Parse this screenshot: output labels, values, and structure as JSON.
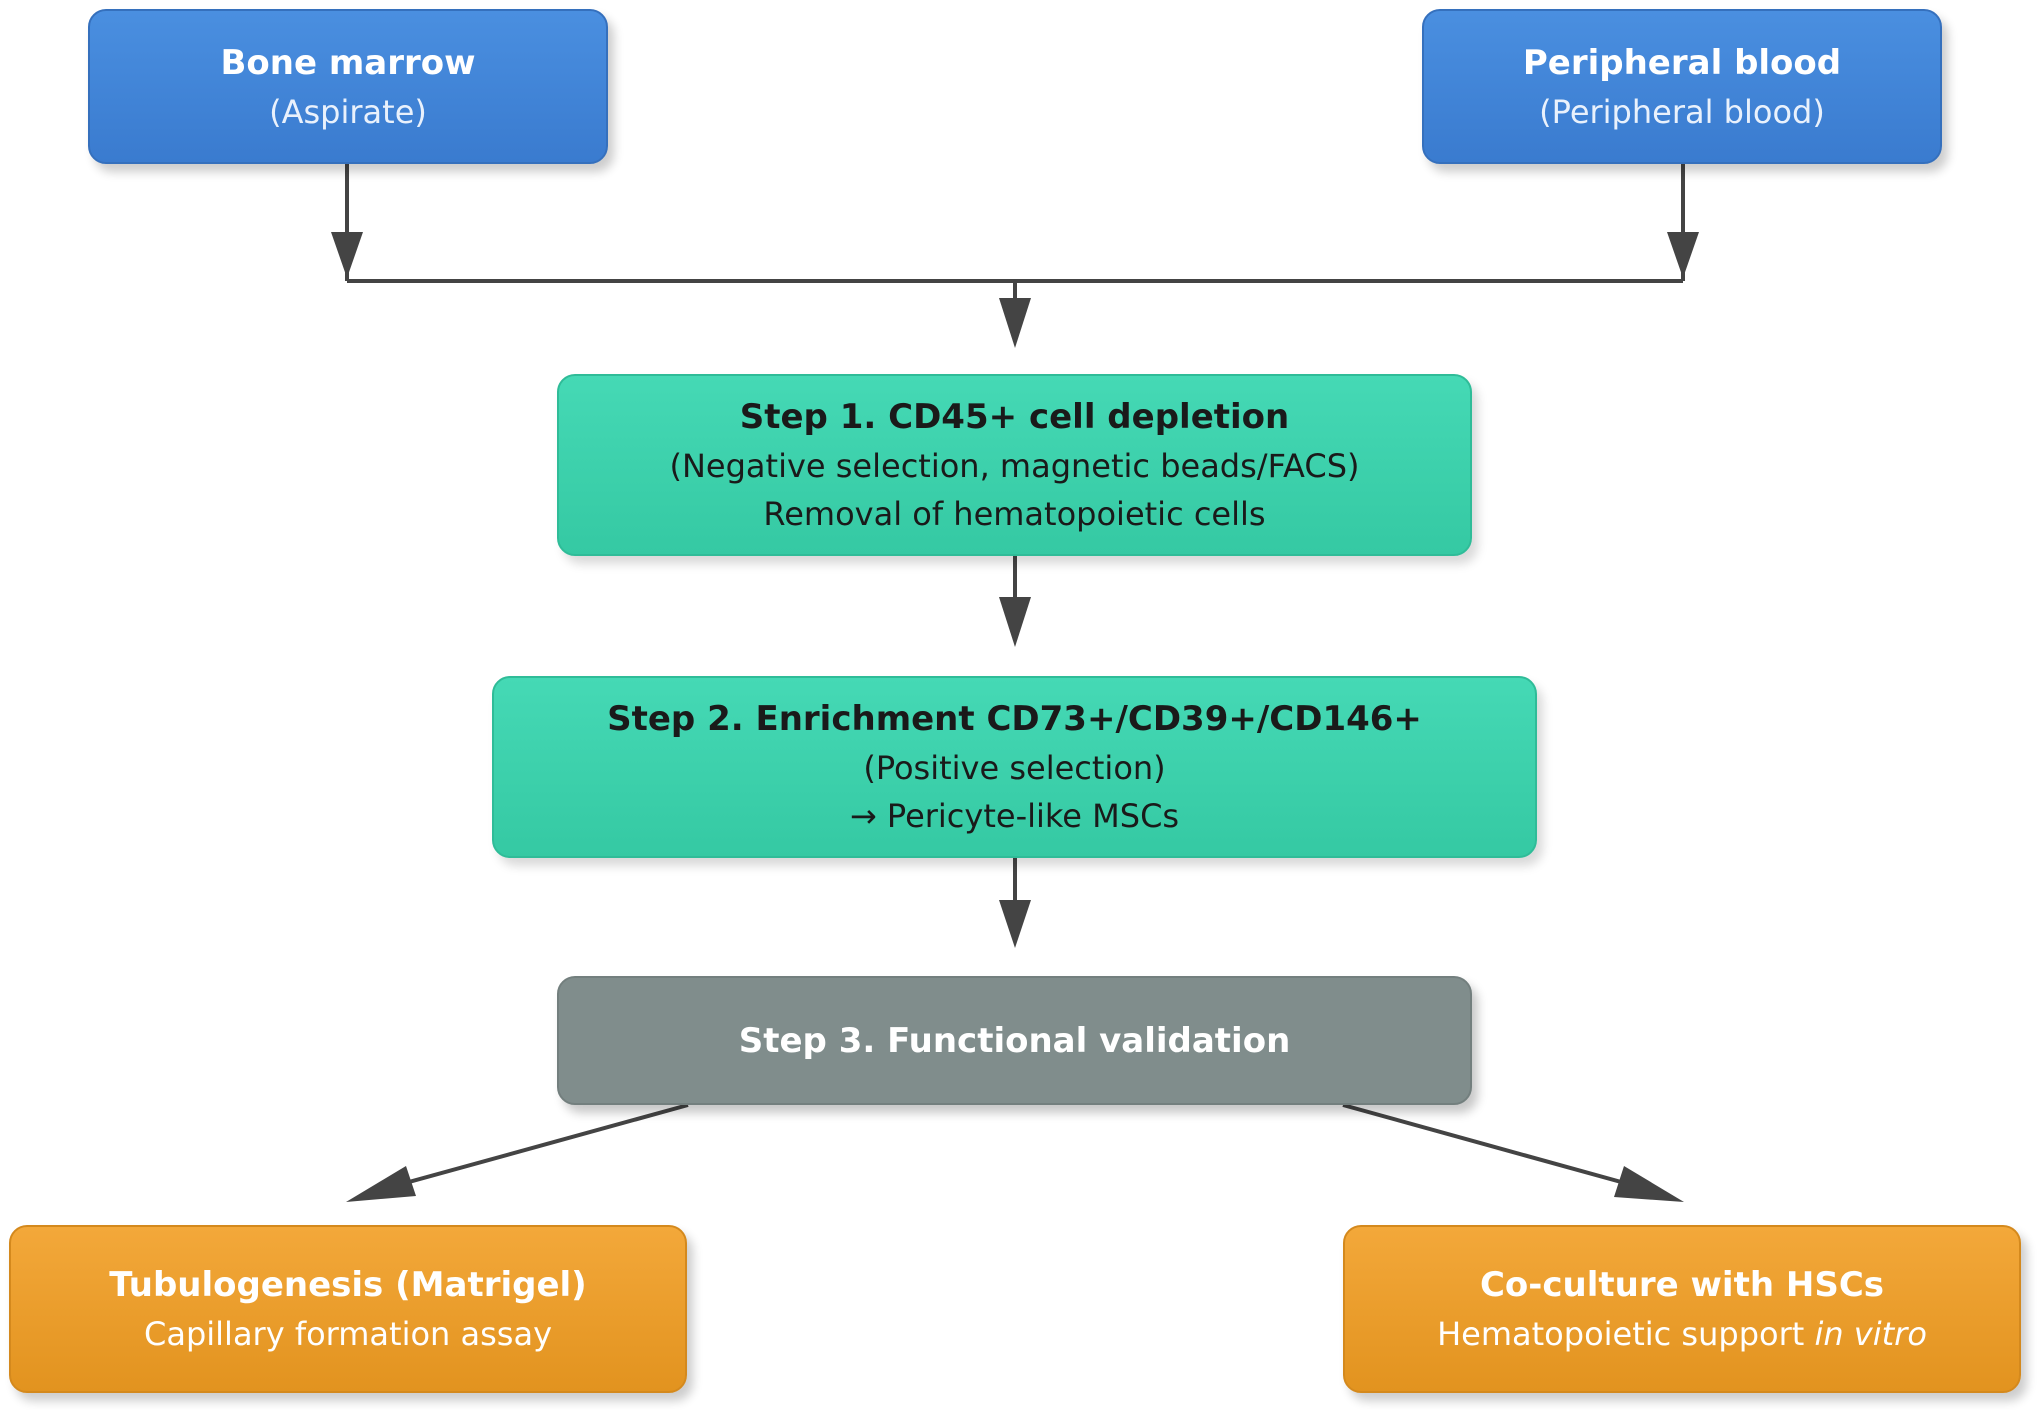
{
  "sources": [
    {
      "title": "Bone marrow",
      "subtitle": "(Aspirate)"
    },
    {
      "title": "Peripheral blood",
      "subtitle": "(Peripheral blood)"
    }
  ],
  "step1": {
    "title": "Step 1. CD45+ cell depletion",
    "line1": "(Negative selection, magnetic beads/FACS)",
    "line2": "Removal of hematopoietic cells"
  },
  "step2": {
    "title": "Step 2. Enrichment CD73+/CD39+/CD146+",
    "line1": "(Positive selection)",
    "line2": "→ Pericyte-like MSCs"
  },
  "step3": {
    "title": "Step 3. Functional validation"
  },
  "outcomes": [
    {
      "title": "Tubulogenesis (Matrigel)",
      "line1": "Capillary formation assay"
    },
    {
      "title": "Co-culture with HSCs",
      "line1_prefix": "Hematopoietic support ",
      "line1_emphasis": "in vitro"
    }
  ],
  "colors": {
    "source_blue": "#3a7bcf",
    "step_teal": "#3dd1ac",
    "validation_gray": "#808d8c",
    "outcome_orange": "#e99c2a",
    "connector": "#444444"
  }
}
